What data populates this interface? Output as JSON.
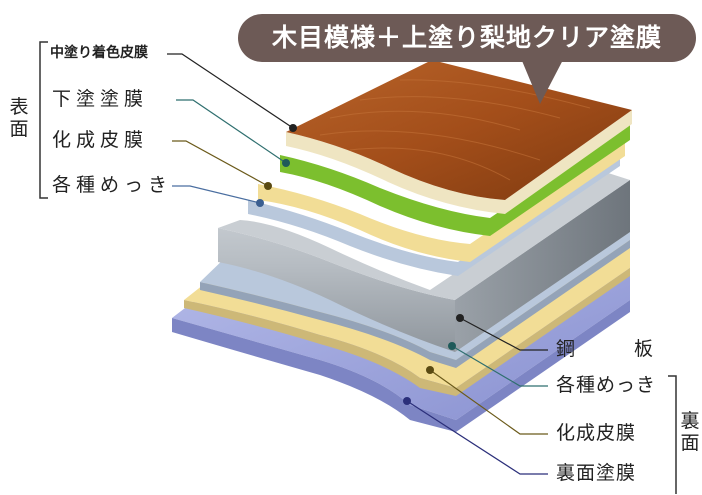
{
  "title": "木目模様＋上塗り梨地クリア塗膜",
  "front_group": {
    "label": "表面",
    "chars": [
      "表",
      "面"
    ]
  },
  "back_group": {
    "label": "裏面",
    "chars": [
      "裏",
      "面"
    ]
  },
  "front_layers": [
    {
      "label": "中塗り着色皮膜"
    },
    {
      "label": "下塗塗膜"
    },
    {
      "label": "化成皮膜"
    },
    {
      "label": "各種めっき"
    }
  ],
  "core_layer": {
    "label": "鋼板",
    "left": "鋼",
    "right": "板"
  },
  "back_layers": [
    {
      "label": "各種めっき"
    },
    {
      "label": "化成皮膜"
    },
    {
      "label": "裏面塗膜"
    }
  ],
  "colors": {
    "top_wood": "#a0521e",
    "green_primer": "#7cbf2e",
    "cream_coat": "#efe5c2",
    "yellow_conversion": "#f2dd96",
    "plating": "#b9c8dc",
    "steel": "#a9b0b7",
    "back_paint": "#9ea7dc",
    "title_bg": "#6d5a56"
  }
}
